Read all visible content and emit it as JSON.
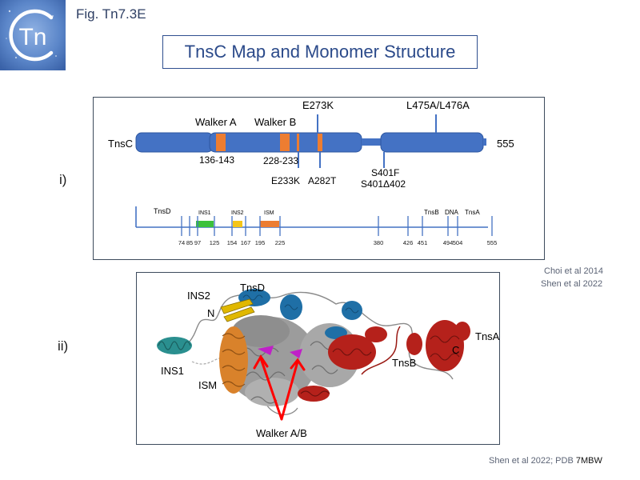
{
  "header": {
    "logo_text": "Tn",
    "fig_label": "Fig. Tn7.3E",
    "title": "TnsC Map and Monomer Structure"
  },
  "panel_i": {
    "label": "i)",
    "protein_name": "TnsC",
    "protein_end": "555",
    "top_labels": {
      "walker_a": "Walker A",
      "walker_b": "Walker B",
      "e273k": "E273K",
      "l475a": "L475A/L476A"
    },
    "bottom_labels": {
      "range_136": "136-143",
      "range_228": "228-233",
      "e233k": "E233K",
      "a282t": "A282T",
      "s401f": "S401F",
      "s401d": "S401Δ402"
    },
    "map": {
      "region_labels": [
        "TnsD",
        "INS1",
        "INS2",
        "ISM",
        "TnsB",
        "DNA",
        "TnsA"
      ],
      "ticks": [
        "74",
        "85",
        "97",
        "125",
        "154",
        "167",
        "195",
        "225",
        "380",
        "426",
        "451",
        "494",
        "504",
        "555"
      ]
    }
  },
  "panel_ii": {
    "label": "ii)",
    "structure_labels": {
      "ins2": "INS2",
      "tnsd": "TnsD",
      "n_term": "N",
      "ins1": "INS1",
      "ism": "ISM",
      "tnsb": "TnsB",
      "c_term": "C",
      "tnsa": "TnsA",
      "walker": "Walker A/B"
    }
  },
  "citations": {
    "c1": "Choi et al 2014",
    "c2": "Shen et al 2022",
    "c3_prefix": "Shen et al 2022; PDB ",
    "c3_pdb": "7MBW"
  },
  "colors": {
    "domain_blue": "#4472c4",
    "walker_orange": "#ed7d31",
    "ins1_green": "#3cc13c",
    "ins2_yellow": "#f5c518",
    "tnsa_red": "#b5211b",
    "tnsd_blue": "#1f6fa6",
    "ism_orange": "#d9822b",
    "walker_magenta": "#c020c8",
    "arrow_red": "#ff0000",
    "title_blue": "#2b4a8a"
  }
}
